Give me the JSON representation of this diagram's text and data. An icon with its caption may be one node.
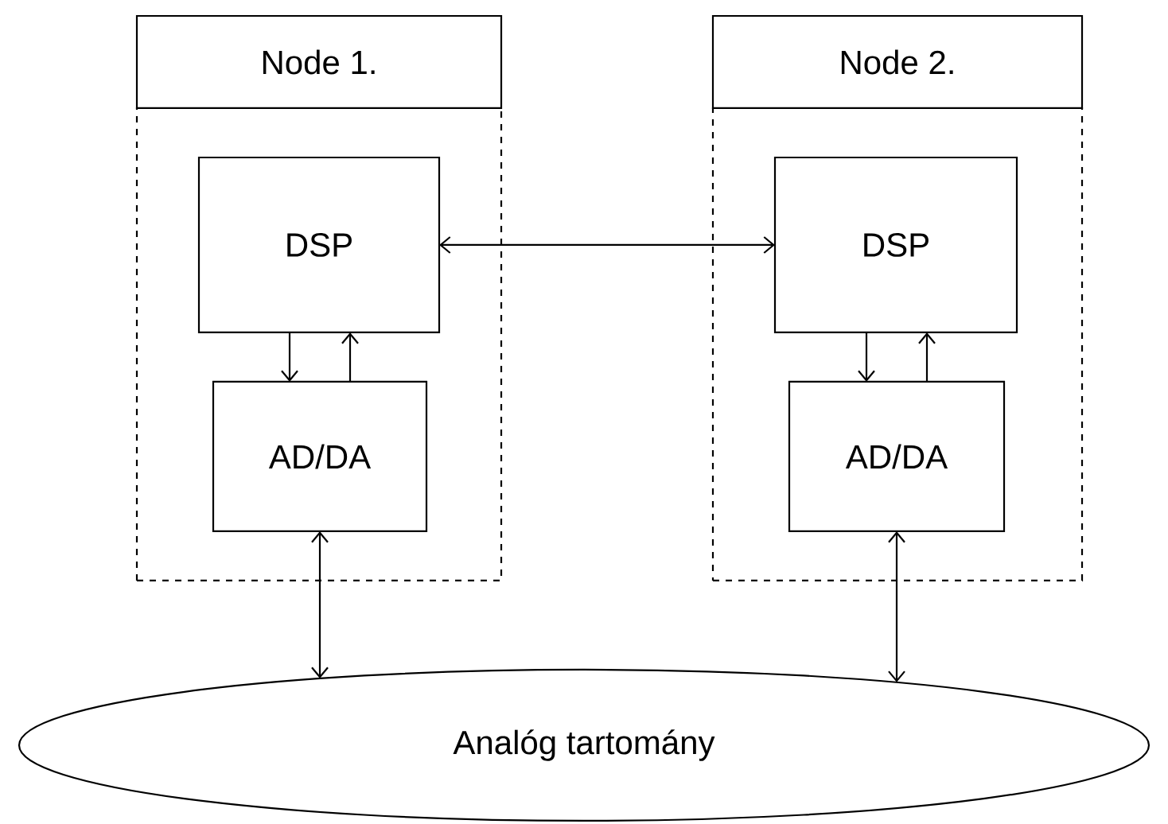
{
  "diagram": {
    "nodes": [
      {
        "text": [
          "Node 1."
        ]
      },
      {
        "text": [
          "DSP"
        ],
        "in": 0
      },
      {
        "text": [
          "AD/DA"
        ],
        "in": 0
      },
      {
        "text": [
          "Node 2."
        ]
      },
      {
        "text": [
          "DSP"
        ],
        "in": 3
      },
      {
        "text": [
          "AD/DA"
        ],
        "in": 3
      },
      {
        "text": [
          "Analóg tartomány"
        ]
      }
    ],
    "edges": [
      {
        "from": 1,
        "to": 4,
        "arrow": "both"
      },
      {
        "from": 1,
        "to": 2,
        "arrow": "to"
      },
      {
        "from": 2,
        "to": 1,
        "arrow": "to"
      },
      {
        "from": 4,
        "to": 5,
        "arrow": "to"
      },
      {
        "from": 5,
        "to": 4,
        "arrow": "to"
      },
      {
        "from": 2,
        "to": 6,
        "arrow": "both"
      },
      {
        "from": 5,
        "to": 6,
        "arrow": "both"
      }
    ]
  }
}
